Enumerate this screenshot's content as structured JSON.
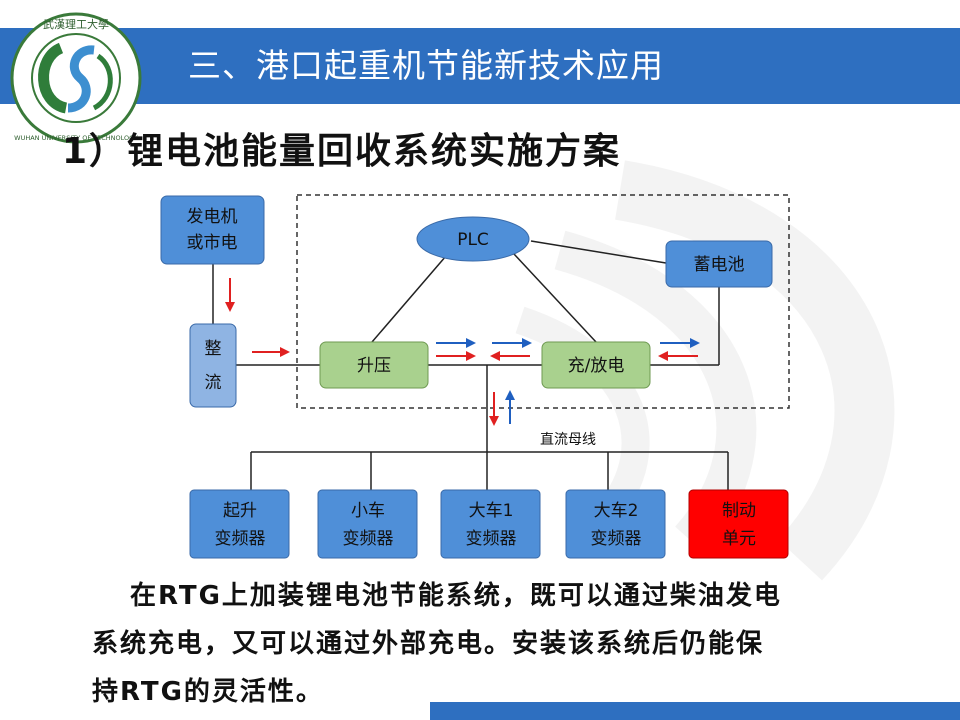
{
  "header": {
    "title": "三、港口起重机节能新技术应用",
    "logo_top_text": "武漢理工大學",
    "logo_ring_text": "WUHAN UNIVERSITY OF TECHNOLOGY"
  },
  "subtitle": "1）锂电池能量回收系统实施方案",
  "diagram": {
    "generator": [
      "发电机",
      "或市电"
    ],
    "rectifier": [
      "整",
      "流"
    ],
    "plc": "PLC",
    "battery": "蓄电池",
    "boost": "升压",
    "charge_discharge": "充/放电",
    "dc_bus": "直流母线",
    "hoist": [
      "起升",
      "变频器"
    ],
    "trolley": [
      "小车",
      "变频器"
    ],
    "gantry1": [
      "大车1",
      "变频器"
    ],
    "gantry2": [
      "大车2",
      "变频器"
    ],
    "brake": [
      "制动",
      "单元"
    ]
  },
  "paragraph": {
    "line1": "在RTG上加装锂电池节能系统，既可以通过柴油发电",
    "line2": "系统充电，又可以通过外部充电。安装该系统后仍能保",
    "line3": "持RTG的灵活性。"
  },
  "colors": {
    "header_bar": "#2e6fc0",
    "box_blue": "#4f8fd8",
    "box_lightblue": "#8fb4e3",
    "box_green": "#a9d18e",
    "box_red": "#ff0000",
    "arrow_red": "#e02020",
    "arrow_blue": "#1f5fc0"
  }
}
